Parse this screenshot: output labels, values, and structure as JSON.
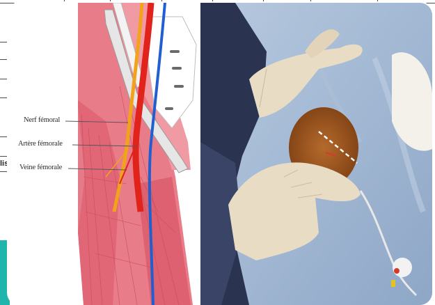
{
  "background": {
    "fragment_text": "lis"
  },
  "diagram": {
    "labels": [
      {
        "id": "nerf",
        "text": "Nerf fémoral"
      },
      {
        "id": "artere",
        "text": "Artère fémorale"
      },
      {
        "id": "veine",
        "text": "Veine fémorale"
      }
    ],
    "colors": {
      "muscle": "#e56b7a",
      "nerve": "#f2a21b",
      "artery": "#e0241c",
      "vein": "#1f5fd1"
    }
  },
  "photo": {
    "description_icon": "surgical-field-photo",
    "colors": {
      "drape": "#9fb6d3",
      "glove": "#e9dcc4",
      "skin_prep": "#a0521d"
    }
  }
}
